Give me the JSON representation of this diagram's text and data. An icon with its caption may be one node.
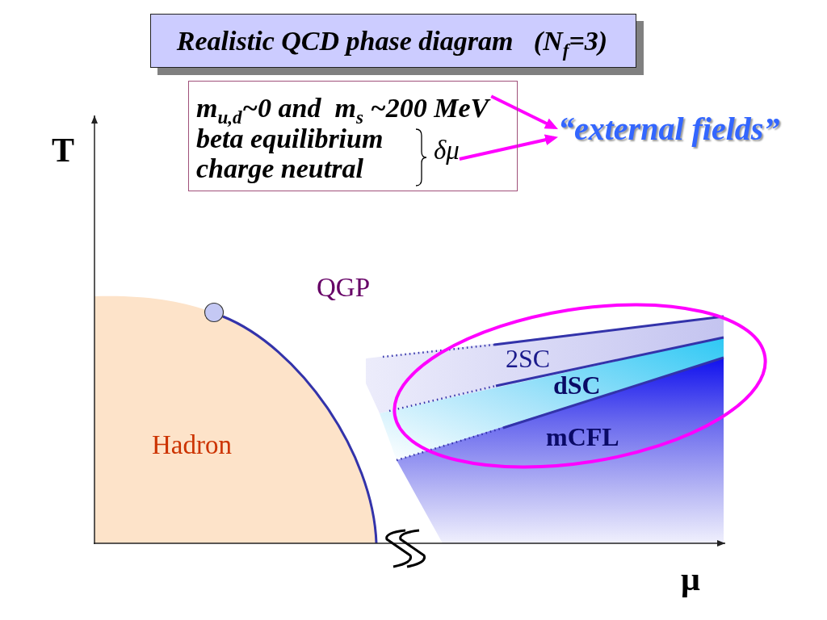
{
  "diagram": {
    "title": "Realistic QCD phase diagram   (N$_{f}$=3)",
    "nodes": [
      {
        "text": [
          "beta equilibrium charge neutral"
        ]
      },
      {
        "text": [
          "m$_{u,d}$~0 and  m$_{s}$ ~200 MeV"
        ],
        "in": 0
      },
      {
        "text": [
          "δμ"
        ],
        "in": 0
      },
      {
        "text": [
          "“external fields”"
        ]
      }
    ],
    "edges": [
      {
        "from": 1,
        "to": 3,
        "arrow": "to"
      },
      {
        "from": 2,
        "to": 3,
        "arrow": "to"
      }
    ],
    "labels": [
      "T",
      "QGP",
      "2SC",
      "dSC",
      "Hadron",
      "mCFL",
      "μ"
    ]
  }
}
